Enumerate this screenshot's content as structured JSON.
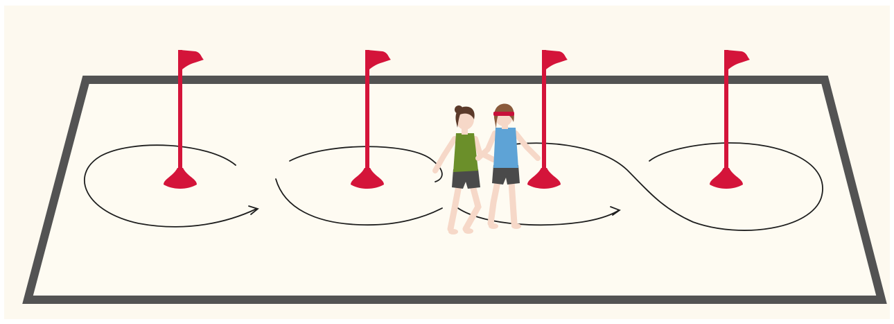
{
  "illustration": {
    "background_color": "#fdf9ef",
    "field_border_color": "#535353",
    "field_fill_color": "#fefbf2",
    "flag_color": "#d4143a",
    "path_line_color": "#1e1e1e",
    "flags": [
      {
        "id": "flag-1",
        "icon": "flag-icon"
      },
      {
        "id": "flag-2",
        "icon": "flag-icon"
      },
      {
        "id": "flag-3",
        "icon": "flag-icon"
      },
      {
        "id": "flag-4",
        "icon": "flag-icon"
      }
    ],
    "people": [
      {
        "id": "guide-person",
        "shirt_color": "#6b8f2a",
        "shorts_color": "#4a4a4a",
        "hair_color": "#5b3a2a"
      },
      {
        "id": "blindfolded-person",
        "shirt_color": "#5ea3d6",
        "shorts_color": "#4a4a4a",
        "hair_color": "#8a5a3c",
        "blindfold_color": "#c8103a"
      }
    ],
    "skin_color": "#f6d8c8"
  }
}
